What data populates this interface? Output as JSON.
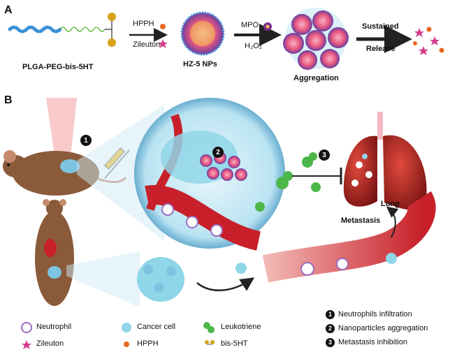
{
  "panel_a": {
    "letter": "A",
    "polymer_label": "PLGA-PEG-bis-5HT",
    "load_labels": [
      "HPPH",
      "Zileuton"
    ],
    "np_label": "HZ-5 NPs",
    "trigger_labels": [
      "MPO",
      "H₂O₂"
    ],
    "aggregation_label": "Aggregation",
    "release_labels": [
      "Sustained",
      "Release"
    ]
  },
  "panel_b": {
    "letter": "B",
    "step_badges": [
      "1",
      "2",
      "3"
    ],
    "lung_label": "Lung",
    "metastasis_label": "Metastasis"
  },
  "legend": [
    {
      "icon": "neutrophil-icon",
      "label": "Neutrophil"
    },
    {
      "icon": "zileuton-icon",
      "label": "Zileuton"
    },
    {
      "icon": "cancer-cell-icon",
      "label": "Cancer cell"
    },
    {
      "icon": "hpph-icon",
      "label": "HPPH"
    },
    {
      "icon": "leukotriene-icon",
      "label": "Leukotriene"
    },
    {
      "icon": "bis-5ht-icon",
      "label": "bis-5HT"
    }
  ],
  "steps": [
    {
      "num": "1",
      "label": "Neutrophils infiltration"
    },
    {
      "num": "2",
      "label": "Nanoparticles aggregation"
    },
    {
      "num": "3",
      "label": "Metastasis inhibition"
    }
  ],
  "colors": {
    "peg_blue": "#3a8fd6",
    "peg_green": "#6cc04a",
    "gold": "#d7a21a",
    "hpph": "#e8661e",
    "zileuton": "#d23c8a",
    "nanoparticle": "#e9577f",
    "cancer": "#8fd6e8",
    "vessel": "#c8202a",
    "leukotriene": "#4cb648",
    "mpo": "#7a2b8f"
  }
}
